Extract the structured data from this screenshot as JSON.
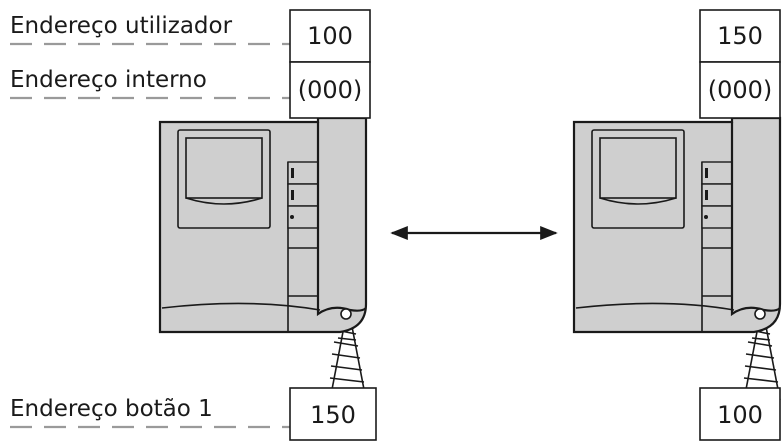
{
  "labels": {
    "user_address": "Endereço utilizador",
    "internal_address": "Endereço interno",
    "button_address": "Endereço botão 1"
  },
  "left_unit": {
    "user_address": "100",
    "internal_address": "(000)",
    "button_address": "150"
  },
  "right_unit": {
    "user_address": "150",
    "internal_address": "(000)",
    "button_address": "100"
  },
  "colors": {
    "line": "#1a1a1a",
    "device_body": "#cfcfcf",
    "dashed_leader": "#9a9a9a"
  }
}
